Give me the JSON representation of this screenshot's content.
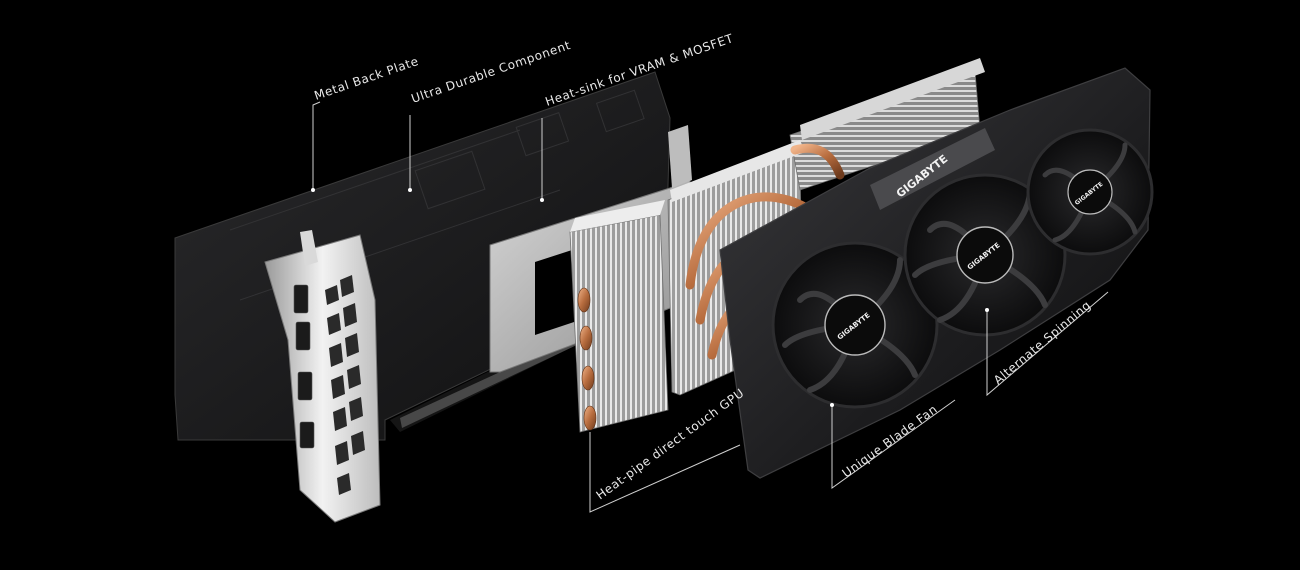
{
  "callouts": {
    "metal_back_plate": "Metal Back Plate",
    "ultra_durable_component": "Ultra Durable Component",
    "heat_sink_vram_mosfet": "Heat-sink for VRAM & MOSFET",
    "heat_pipe_direct_touch": "Heat-pipe direct touch GPU",
    "unique_blade_fan": "Unique Blade Fan",
    "alternate_spinning": "Alternate Spinning"
  },
  "brand": {
    "shroud_logo": "GIGABYTE",
    "fan_hub_logo": "GIGABYTE"
  },
  "colors": {
    "background": "#000000",
    "label_text": "#e8e8e8",
    "copper": "#c8865a",
    "fin_silver": "#c9c9c9",
    "shroud_dark": "#1d1d1f"
  }
}
